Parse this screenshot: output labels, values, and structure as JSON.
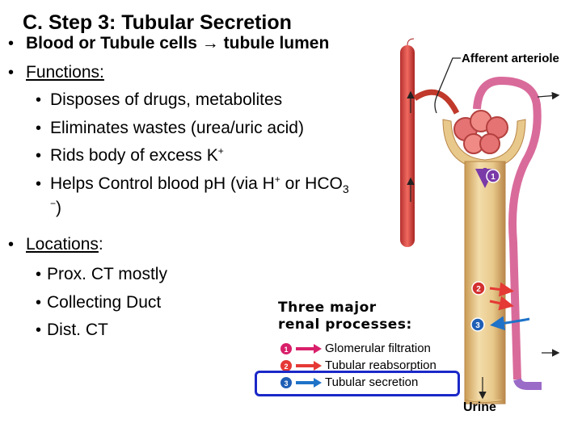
{
  "title": "C.  Step 3:  Tubular Secretion",
  "bullets": {
    "b1": "Blood or Tubule cells → tubule lumen",
    "b2": "Functions:",
    "f1": "Disposes of drugs, metabolites",
    "f2": "Eliminates wastes (urea/uric acid)",
    "f3_text": "Rids body of excess K",
    "f3_sup": "+",
    "f4_a": "Helps Control blood pH (via H",
    "f4_sup": "+",
    "f4_b": " or HCO",
    "f4_sub": "3",
    "f4_cont_sup": "−",
    "f4_cont": ")",
    "b3": "Locations",
    "b3_colon": ":",
    "l1": "Prox. CT mostly",
    "l2": "Collecting Duct",
    "l3": "Dist. CT",
    "bullet_char": "•"
  },
  "diagram": {
    "afferent_label": "Afferent arteriole",
    "urine_label": "Urine",
    "legend_title_1": "Three major",
    "legend_title_2": "renal processes:",
    "legend": [
      {
        "num": "1",
        "label": "Glomerular filtration",
        "color": "#d81f6a"
      },
      {
        "num": "2",
        "label": "Tubular reabsorption",
        "color": "#e53935"
      },
      {
        "num": "3",
        "label": "Tubular secretion",
        "color": "#1e73c8"
      }
    ],
    "badge_color_1": "#7a3aa8",
    "badge_color_2": "#d32f2f",
    "badge_color_3": "#1f5fb5",
    "highlight_color": "#1b28c8"
  }
}
